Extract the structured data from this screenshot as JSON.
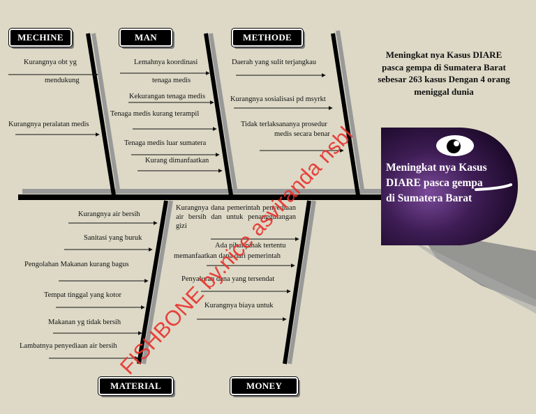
{
  "problem_statement": "Meningkat nya Kasus DIARE pasca gempa di Sumatera Barat sebesar 263 kasus  Dengan 4 orang meniggal dunia",
  "head_text": "Meningkat nya Kasus DIARE pasca gempa di Sumatera Barat",
  "watermark": "FISHBONE by.nice asviranda nsbl",
  "categories": {
    "mechine": "MECHINE",
    "man": "MAN",
    "methode": "METHODE",
    "material": "MATERIAL",
    "money": "MONEY"
  },
  "causes": {
    "mechine": [
      "Kurangnya obt yg",
      "mendukung",
      "Kurangnya peralatan medis"
    ],
    "man": [
      "Lemahnya koordinasi",
      "tenaga medis",
      "Kekurangan tenaga medis",
      "Tenaga medis kurang terampil",
      "Tenaga medis luar sumatera",
      "Kurang dimanfaatkan"
    ],
    "methode": [
      "Daerah yang sulit terjangkau",
      "Kurangnya sosialisasi pd msyrkt",
      "Tidak terlaksananya prosedur",
      "medis secara benar"
    ],
    "material": [
      "Kurangnya  air bersih",
      "Sanitasi yang buruk",
      "Pengolahan Makanan kurang bagus",
      "Tempat tinggal yang kotor",
      "Makanan yg tidak bersih",
      "Lambatnya penyediaan air bersih"
    ],
    "money": [
      "Kurangnya        dana        pemerintah penyediaan  air  bersih  dan  untuk penanggulangan gizi",
      "Ada pihakpihak tertentu",
      "memanfaatkan dana dari pemerintah",
      "Penyaluran dana yang tersendat",
      "Kurangnya biaya untuk"
    ]
  },
  "colors": {
    "background": "#ddd9c6",
    "spine": "#000000",
    "head": "#3a1a4f",
    "watermark": "#e8322e"
  }
}
